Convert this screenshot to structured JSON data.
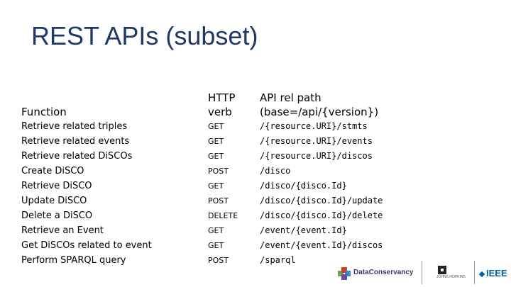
{
  "title": "REST APIs (subset)",
  "headers": {
    "function": "Function",
    "verb_line1": "HTTP",
    "verb_line2": "verb",
    "path_line1": "API rel path",
    "path_line2": "(base=/api/{version})"
  },
  "rows": [
    {
      "function": "Retrieve related triples",
      "verb": "GET",
      "path": "/{resource.URI}/stmts"
    },
    {
      "function": "Retrieve related events",
      "verb": "GET",
      "path": "/{resource.URI}/events"
    },
    {
      "function": "Retrieve related DiSCOs",
      "verb": "GET",
      "path": "/{resource.URI}/discos"
    },
    {
      "function": "Create DiSCO",
      "verb": "POST",
      "path": "/disco"
    },
    {
      "function": "Retrieve DiSCO",
      "verb": "GET",
      "path": "/disco/{disco.Id}"
    },
    {
      "function": "Update DiSCO",
      "verb": "POST",
      "path": "/disco/{disco.Id}/update"
    },
    {
      "function": "Delete a DiSCO",
      "verb": "DELETE",
      "path": "/disco/{disco.Id}/delete"
    },
    {
      "function": "Retrieve an Event",
      "verb": "GET",
      "path": "/event/{event.Id}"
    },
    {
      "function": "Get DiSCOs related to event",
      "verb": "GET",
      "path": "/event/{event.Id}/discos"
    },
    {
      "function": "Perform SPARQL query",
      "verb": "POST",
      "path": "/sparql"
    }
  ],
  "footer": {
    "dc_logo_text": "DataConservancy",
    "jhu_text": "JOHNS HOPKINS",
    "ieee_text": "IEEE"
  },
  "colors": {
    "title": "#1f3864",
    "ieee": "#00629b"
  }
}
